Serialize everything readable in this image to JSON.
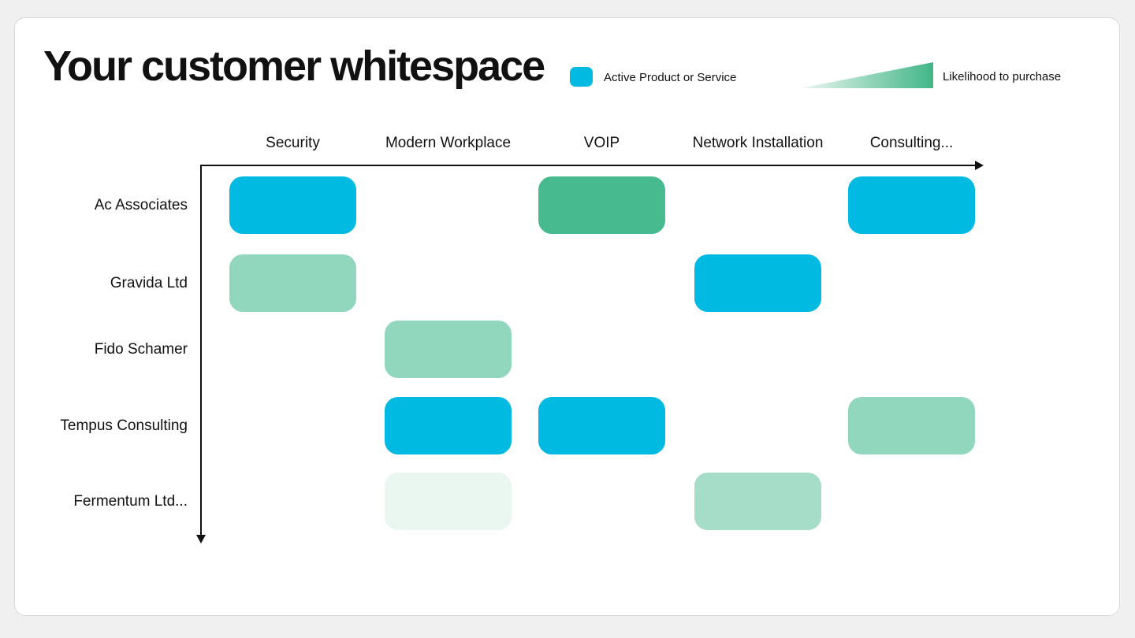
{
  "title": "Your customer whitespace",
  "legend": {
    "active_label": "Active Product or Service",
    "likelihood_label": "Likelihood to purchase"
  },
  "colors": {
    "active": "#00BAE2",
    "likelihood_high": "#48BA8F",
    "likelihood_medium": "#90D7BD",
    "likelihood_medium_light": "#A5DDC8",
    "likelihood_low": "#EAF6F0",
    "gradient_start": "#ECF7F1",
    "gradient_end": "#41B687",
    "axis": "#111111"
  },
  "chart_data": {
    "type": "heatmap",
    "title": "Your customer whitespace",
    "columns": [
      "Security",
      "Modern Workplace",
      "VOIP",
      "Network Installation",
      "Consulting..."
    ],
    "rows": [
      "Ac Associates",
      "Gravida Ltd",
      "Fido Schamer",
      "Tempus Consulting",
      "Fermentum Ltd..."
    ],
    "legend": [
      "Active Product or Service",
      "Likelihood to purchase"
    ],
    "cell_states": {
      "active": "Active Product or Service",
      "likelihood_high": "High likelihood to purchase",
      "likelihood_medium": "Medium likelihood to purchase",
      "likelihood_medium_light": "Medium-low likelihood to purchase",
      "likelihood_low": "Low likelihood to purchase"
    },
    "cells": [
      {
        "row": "Ac Associates",
        "column": "Security",
        "state": "active"
      },
      {
        "row": "Ac Associates",
        "column": "VOIP",
        "state": "likelihood_high"
      },
      {
        "row": "Ac Associates",
        "column": "Consulting...",
        "state": "active"
      },
      {
        "row": "Gravida Ltd",
        "column": "Security",
        "state": "likelihood_medium"
      },
      {
        "row": "Gravida Ltd",
        "column": "Network Installation",
        "state": "active"
      },
      {
        "row": "Fido Schamer",
        "column": "Modern Workplace",
        "state": "likelihood_medium"
      },
      {
        "row": "Tempus Consulting",
        "column": "Modern Workplace",
        "state": "active"
      },
      {
        "row": "Tempus Consulting",
        "column": "VOIP",
        "state": "active"
      },
      {
        "row": "Tempus Consulting",
        "column": "Consulting...",
        "state": "likelihood_medium"
      },
      {
        "row": "Fermentum Ltd...",
        "column": "Modern Workplace",
        "state": "likelihood_low"
      },
      {
        "row": "Fermentum Ltd...",
        "column": "Network Installation",
        "state": "likelihood_medium_light"
      }
    ]
  }
}
